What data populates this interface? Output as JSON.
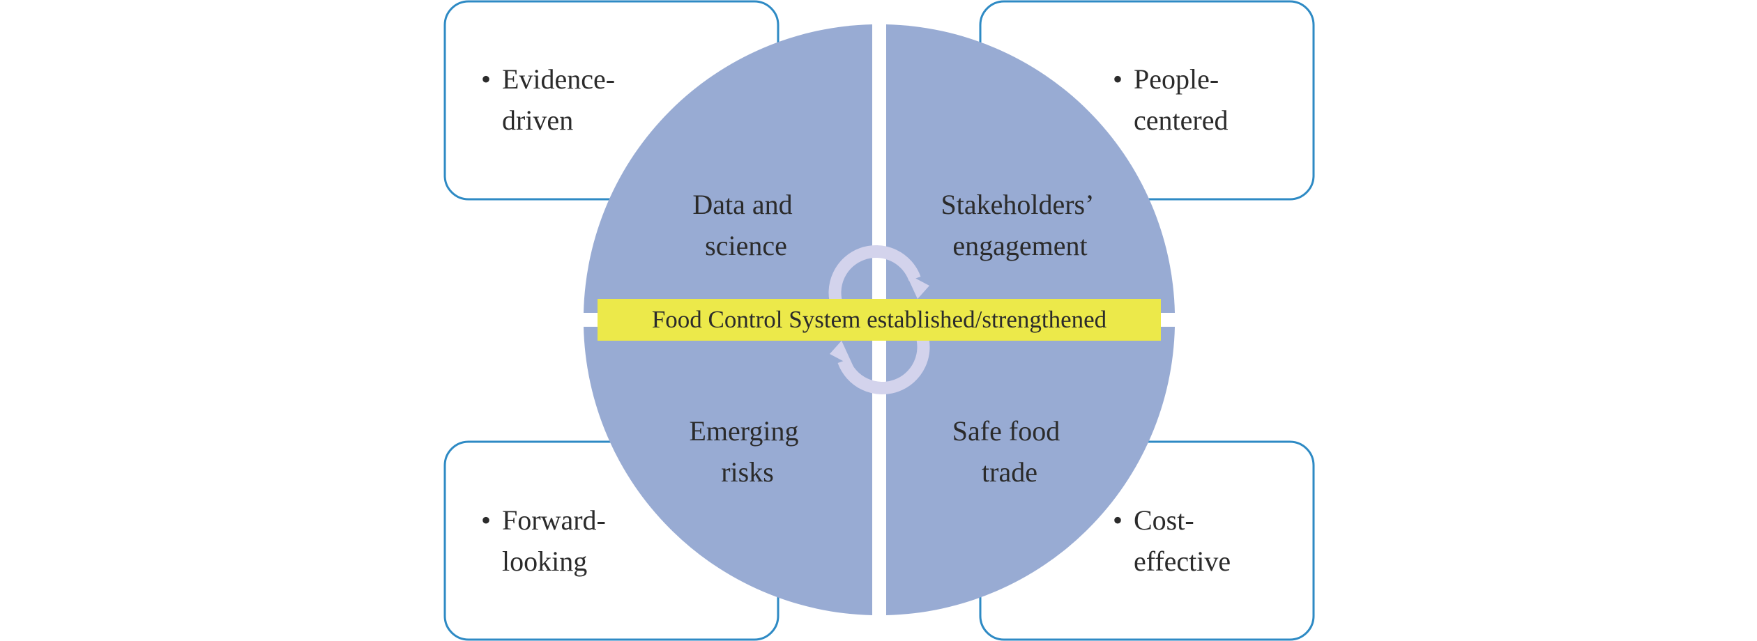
{
  "corner_boxes": {
    "top_left": {
      "lines": [
        "Evidence-",
        "driven"
      ]
    },
    "top_right": {
      "lines": [
        "People-",
        "centered"
      ]
    },
    "bottom_left": {
      "lines": [
        "Forward-",
        "looking"
      ]
    },
    "bottom_right": {
      "lines": [
        "Cost-",
        "effective"
      ]
    }
  },
  "bullet": "•",
  "quadrants": {
    "top_left": {
      "lines": [
        "Data and",
        "science"
      ]
    },
    "top_right": {
      "lines": [
        "Stakeholders’",
        "engagement"
      ]
    },
    "bottom_left": {
      "lines": [
        "Emerging",
        "risks"
      ]
    },
    "bottom_right": {
      "lines": [
        "Safe food",
        "trade"
      ]
    }
  },
  "center_band": {
    "label": "Food Control System established/strengthened"
  },
  "cycle_icon": "cycle-arrows-icon",
  "colors": {
    "circle": "#98abd3",
    "box_border": "#2e8ac4",
    "band": "#ece94a",
    "arrows": "#d3d3ec"
  }
}
